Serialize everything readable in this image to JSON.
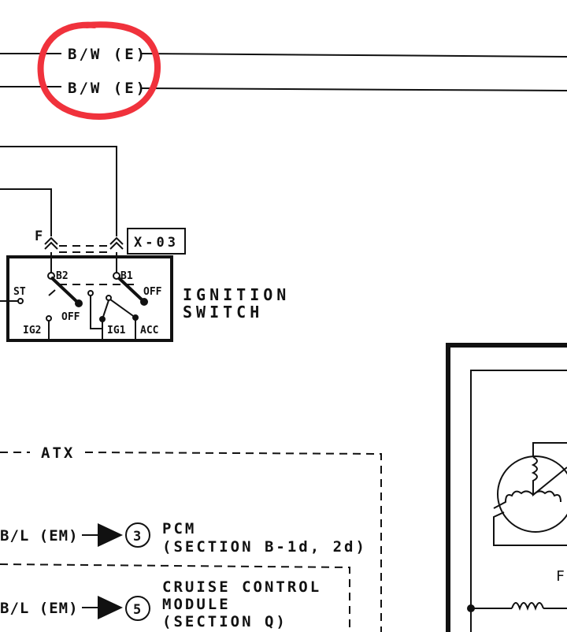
{
  "wires_top": [
    {
      "label": "B/W (E)"
    },
    {
      "label": "B/W (E)"
    }
  ],
  "annotation": {
    "color": "#f0323c",
    "shape": "red-circle"
  },
  "connector": {
    "pin": "F",
    "id": "X-03"
  },
  "ignition_switch": {
    "title_line1": "IGNITION",
    "title_line2": "SWITCH",
    "terminals": {
      "b2": "B2",
      "b1": "B1",
      "st": "ST",
      "off1": "OFF",
      "off2": "OFF",
      "ig2": "IG2",
      "ig1": "IG1",
      "acc": "ACC"
    }
  },
  "atx": {
    "label": "ATX",
    "outputs": [
      {
        "wire": "B/L (EM)",
        "num": "3",
        "dest_line1": "PCM",
        "dest_line2": "(SECTION B-1d, 2d)"
      },
      {
        "wire": "B/L (EM)",
        "num": "5",
        "dest_line1": "CRUISE CONTROL",
        "dest_line2": "MODULE",
        "dest_line3": "(SECTION Q)"
      }
    ]
  },
  "alternator": {
    "label": "F"
  }
}
